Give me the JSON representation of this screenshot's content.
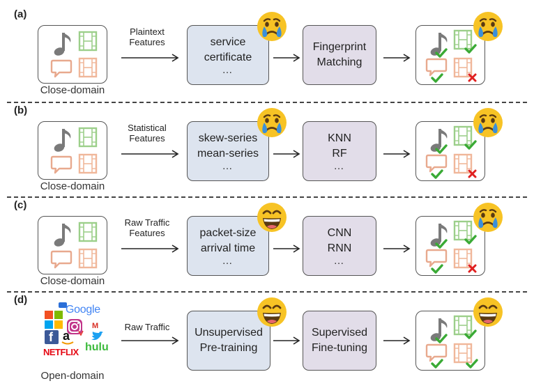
{
  "rows": [
    {
      "label": "(a)",
      "feature_label": [
        "Plaintext",
        "Features"
      ],
      "feature_box": [
        "service",
        "certificate",
        "…"
      ],
      "model_box": [
        "Fingerprint",
        "Matching",
        ""
      ],
      "domain_label": "Close-domain",
      "feature_emoji": "sad",
      "result_emoji": "sad",
      "results": {
        "music": "check",
        "video1": "check",
        "chat": "check",
        "video2": "cross"
      }
    },
    {
      "label": "(b)",
      "feature_label": [
        "Statistical",
        "Features"
      ],
      "feature_box": [
        "skew-series",
        "mean-series",
        "…"
      ],
      "model_box": [
        "KNN",
        "RF",
        "…"
      ],
      "domain_label": "Close-domain",
      "feature_emoji": "sad",
      "result_emoji": "sad",
      "results": {
        "music": "check",
        "video1": "check",
        "chat": "check",
        "video2": "cross"
      }
    },
    {
      "label": "(c)",
      "feature_label": [
        "Raw Traffic",
        "Features"
      ],
      "feature_box": [
        "packet-size",
        "arrival time",
        "…"
      ],
      "model_box": [
        "CNN",
        "RNN",
        "…"
      ],
      "domain_label": "Close-domain",
      "feature_emoji": "happy",
      "result_emoji": "sad",
      "results": {
        "music": "check",
        "video1": "check",
        "chat": "check",
        "video2": "cross"
      }
    },
    {
      "label": "(d)",
      "feature_label": [
        "Raw Traffic",
        ""
      ],
      "feature_box": [
        "Unsupervised",
        "Pre-training",
        ""
      ],
      "model_box": [
        "Supervised",
        "Fine-tuning",
        ""
      ],
      "domain_label": "Open-domain",
      "feature_emoji": "happy",
      "result_emoji": "happy",
      "results": {
        "music": "check",
        "video1": "check",
        "chat": "check",
        "video2": "check"
      }
    }
  ],
  "logos": {
    "google": "Google",
    "gmail": "M",
    "facebook": "f",
    "amazon": "a",
    "netflix": "NETFLIX",
    "hulu": "hulu"
  },
  "colors": {
    "music": "#7a7a7a",
    "video_green": "#9ccf8a",
    "chat_orange": "#e8a98e",
    "video_orange": "#f0b79a",
    "check": "#3aaa35",
    "cross": "#e02020",
    "feature_box": "#dde4ef",
    "model_box": "#e2dde9",
    "emoji_face": "#f7c325",
    "tear": "#3b8fd9"
  }
}
